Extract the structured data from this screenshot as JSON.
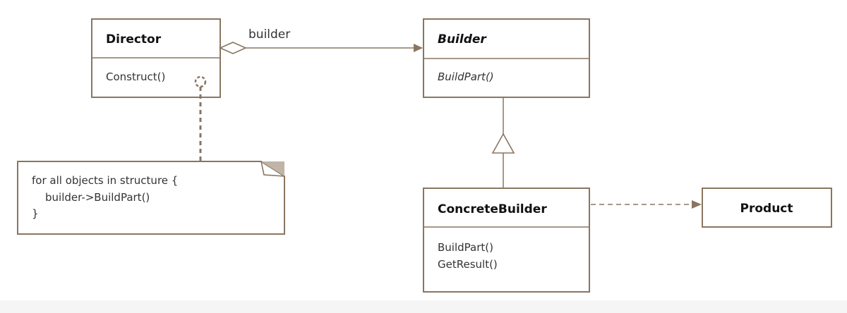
{
  "colors": {
    "stroke": "#8a7561",
    "note_fold": "#bfb4a6",
    "text": "#333333",
    "title": "#111111",
    "background": "#ffffff",
    "footer": "#f5f5f5"
  },
  "classes": {
    "director": {
      "name": "Director",
      "methods": [
        "Construct()"
      ]
    },
    "builder": {
      "name": "Builder",
      "abstract": true,
      "methods": [
        "BuildPart()"
      ]
    },
    "concrete_builder": {
      "name": "ConcreteBuilder",
      "methods": [
        "BuildPart()",
        "GetResult()"
      ]
    },
    "product": {
      "name": "Product"
    }
  },
  "associations": {
    "director_builder_label": "builder"
  },
  "note": {
    "lines": [
      "for all objects in structure {",
      "builder->BuildPart()",
      "}"
    ]
  }
}
